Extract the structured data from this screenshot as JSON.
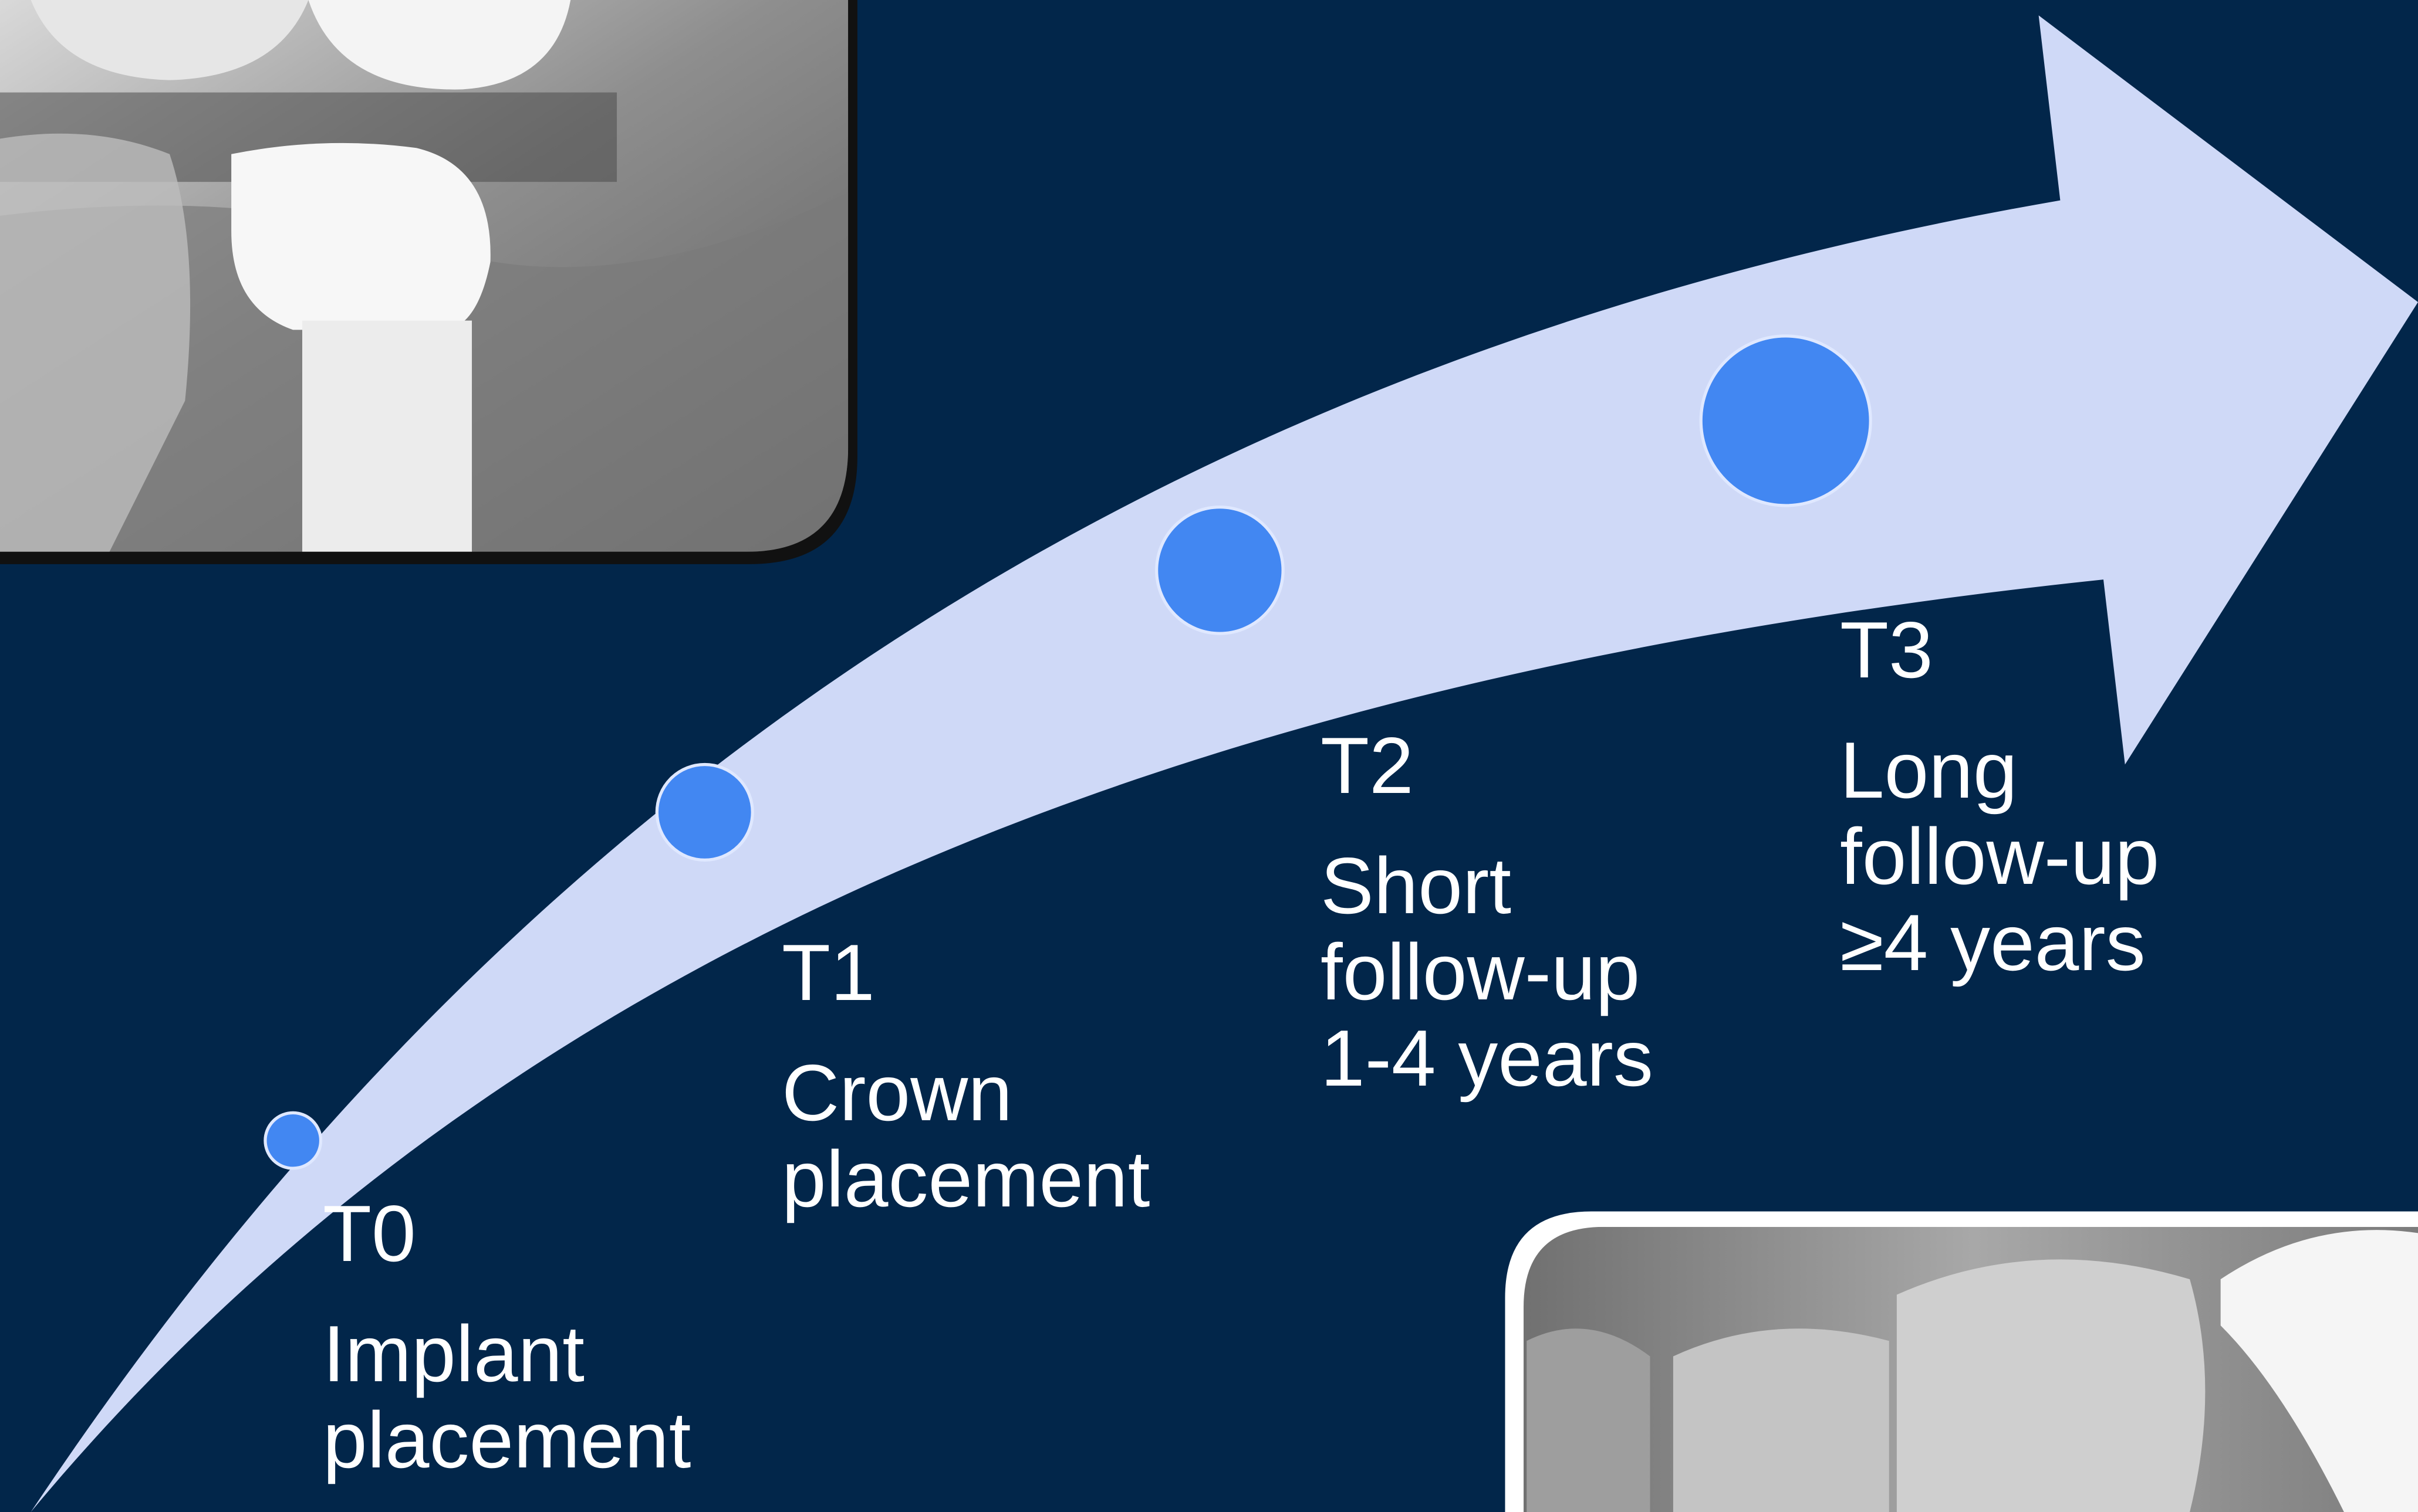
{
  "colors": {
    "background": "#02264a",
    "arrow": "#cfd9f7",
    "marker_fill": "#4287f2",
    "marker_stroke": "#dfe8ff",
    "text": "#ffffff"
  },
  "timeline": {
    "stages": [
      {
        "code": "T0",
        "description": "Implant\nplacement"
      },
      {
        "code": "T1",
        "description": "Crown\nplacement"
      },
      {
        "code": "T2",
        "description": "Short\nfollow-up\n1-4 years"
      },
      {
        "code": "T3",
        "description": "Long\nfollow-up\n≥4 years"
      }
    ]
  },
  "images": [
    {
      "name": "xray-implant-crown",
      "depicts": "dental radiograph of implant with crown"
    },
    {
      "name": "xray-teeth",
      "depicts": "dental radiograph of molars"
    }
  ]
}
